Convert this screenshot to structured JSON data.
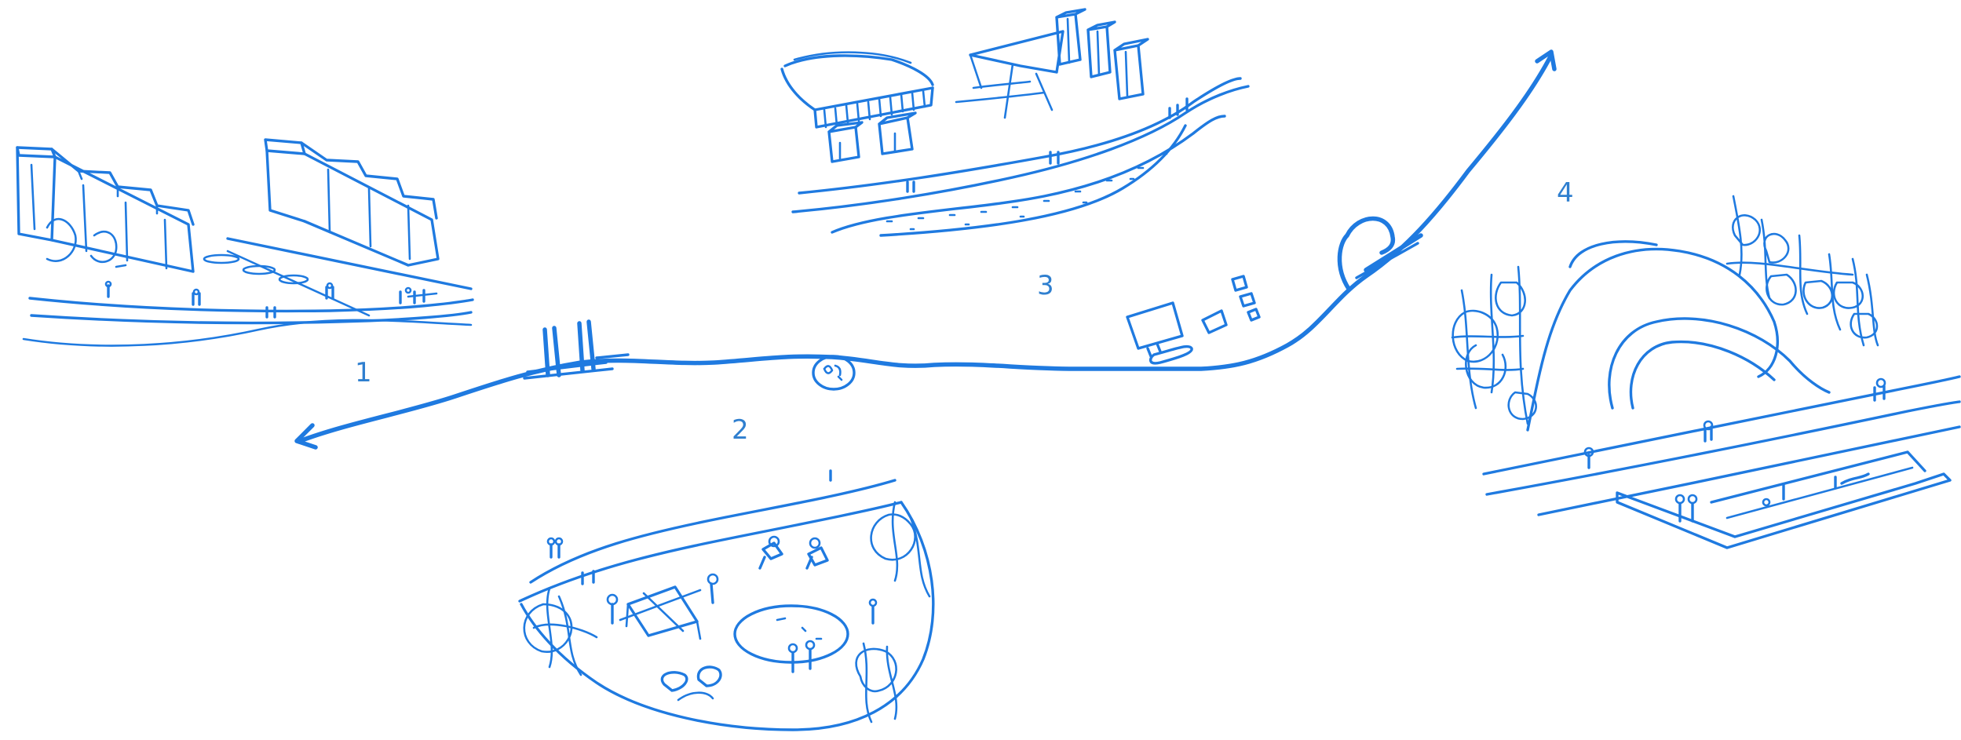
{
  "stations": [
    {
      "number": "1"
    },
    {
      "number": "2"
    },
    {
      "number": "3"
    },
    {
      "number": "4"
    }
  ],
  "colors": {
    "sketch_blue": "#1f7ae0",
    "label_blue": "#2f7fcf",
    "background": "#ffffff"
  }
}
